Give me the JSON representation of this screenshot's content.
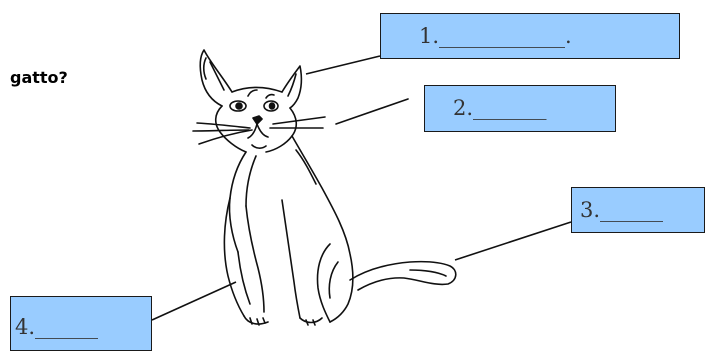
{
  "question": "gatto?",
  "accent_color": "#99ccff",
  "labels": [
    {
      "text": "1.____________."
    },
    {
      "text": "2._______"
    },
    {
      "text": "3.______"
    },
    {
      "text": "4.______"
    }
  ],
  "image": {
    "icon": "cat-line-drawing-icon"
  }
}
